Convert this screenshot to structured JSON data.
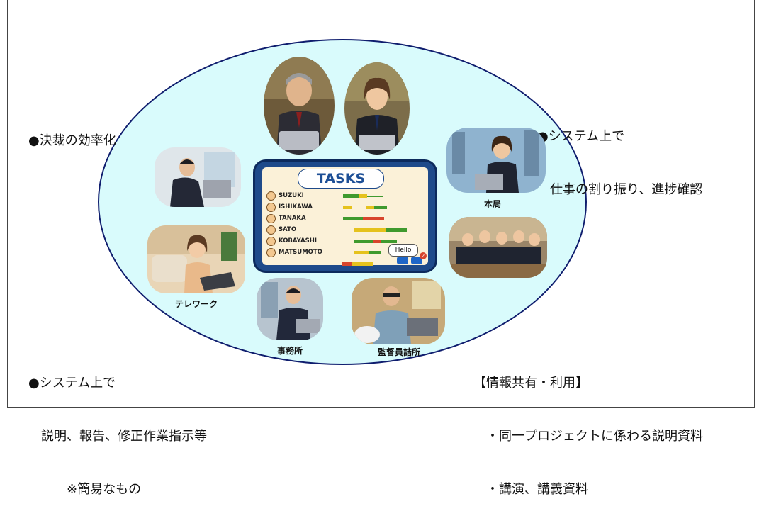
{
  "notes": {
    "top_left": [
      "●決裁の効率化"
    ],
    "top_right": [
      "●システム上で",
      "　仕事の割り振り、進捗確認"
    ],
    "bottom_left": [
      "●システム上で",
      "　説明、報告、修正作業指示等",
      "　　　※簡易なもの"
    ],
    "bottom_right": [
      "【情報共有・利用】",
      "　・同一プロジェクトに係わる説明資料",
      "　・講演、講義資料"
    ]
  },
  "captions": {
    "honkyoku": "本局",
    "telework": "テレワーク",
    "jimusho": "事務所",
    "kantoku": "監督員詰所"
  },
  "board": {
    "title": "TASKS",
    "names": [
      "SUZUKI",
      "ISHIKAWA",
      "TANAKA",
      "SATO",
      "KOBAYASHI",
      "MATSUMOTO"
    ],
    "chat_bubble": "Hello",
    "notification_count": "2"
  },
  "colors": {
    "ellipse_fill": "#d9fbfc",
    "ellipse_border": "#0f1d6e",
    "board_frame": "#1e4a8a",
    "bar_green": "#3f9a2e",
    "bar_yellow": "#e5c21d",
    "bar_red": "#d8452c"
  }
}
